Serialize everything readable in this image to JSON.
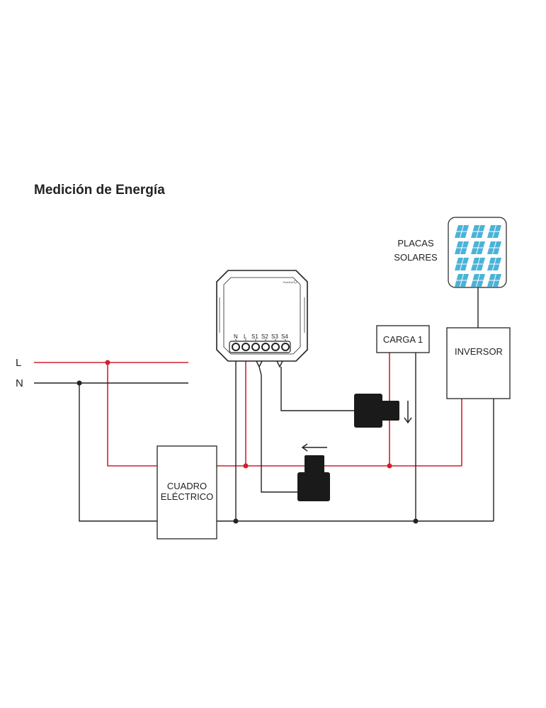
{
  "title": "Medición de Energía",
  "lines": {
    "live": "L",
    "neutral": "N"
  },
  "device": {
    "brand": "Ewelink",
    "terminals": [
      "N",
      "L",
      "S1",
      "S2",
      "S3",
      "S4"
    ]
  },
  "boxes": {
    "panel_line1": "CUADRO",
    "panel_line2": "ELÉCTRICO",
    "load": "CARGA 1",
    "inverter": "INVERSOR",
    "solar_line1": "PLACAS",
    "solar_line2": "SOLARES"
  },
  "colors": {
    "live_wire": "#d0202e",
    "neutral_wire": "#222222",
    "solar_cell": "#4ab3d8",
    "clamp": "#1a1a1a"
  },
  "icons": {
    "clamp_1_arrow": "arrow-down-icon",
    "clamp_2_arrow": "arrow-left-icon"
  }
}
